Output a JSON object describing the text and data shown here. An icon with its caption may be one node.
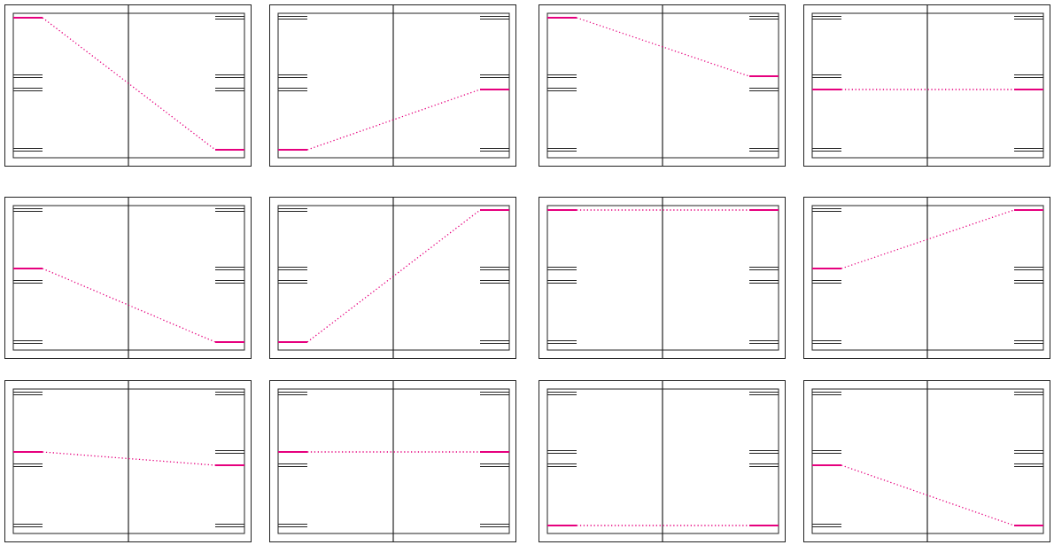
{
  "diagram": {
    "nodes": [
      {
        "text": [],
        "shape": "box"
      },
      {
        "text": [],
        "shape": "bar",
        "in": 0
      },
      {
        "text": [],
        "shape": "bar",
        "in": 0
      },
      {
        "text": [],
        "shape": "bar",
        "in": 0
      },
      {
        "text": [],
        "shape": "bar",
        "in": 0
      },
      {
        "text": [],
        "shape": "bar",
        "in": 0
      },
      {
        "text": [],
        "shape": "bar",
        "in": 0
      },
      {
        "text": [],
        "shape": "bar",
        "in": 0
      },
      {
        "text": [],
        "shape": "bar",
        "in": 0
      },
      {
        "text": [],
        "shape": "box"
      },
      {
        "text": [],
        "shape": "bar",
        "in": 9
      },
      {
        "text": [],
        "shape": "bar",
        "in": 9
      },
      {
        "text": [],
        "shape": "bar",
        "in": 9
      },
      {
        "text": [],
        "shape": "bar",
        "in": 9
      },
      {
        "text": [],
        "shape": "bar",
        "in": 9
      },
      {
        "text": [],
        "shape": "bar",
        "in": 9
      },
      {
        "text": [],
        "shape": "bar",
        "in": 9
      },
      {
        "text": [],
        "shape": "bar",
        "in": 9
      },
      {
        "text": [],
        "shape": "box"
      },
      {
        "text": [],
        "shape": "bar",
        "in": 18
      },
      {
        "text": [],
        "shape": "bar",
        "in": 18
      },
      {
        "text": [],
        "shape": "bar",
        "in": 18
      },
      {
        "text": [],
        "shape": "bar",
        "in": 18
      },
      {
        "text": [],
        "shape": "bar",
        "in": 18
      },
      {
        "text": [],
        "shape": "bar",
        "in": 18
      },
      {
        "text": [],
        "shape": "bar",
        "in": 18
      },
      {
        "text": [],
        "shape": "bar",
        "in": 18
      },
      {
        "text": [],
        "shape": "box"
      },
      {
        "text": [],
        "shape": "bar",
        "in": 27
      },
      {
        "text": [],
        "shape": "bar",
        "in": 27
      },
      {
        "text": [],
        "shape": "bar",
        "in": 27
      },
      {
        "text": [],
        "shape": "bar",
        "in": 27
      },
      {
        "text": [],
        "shape": "bar",
        "in": 27
      },
      {
        "text": [],
        "shape": "bar",
        "in": 27
      },
      {
        "text": [],
        "shape": "bar",
        "in": 27
      },
      {
        "text": [],
        "shape": "bar",
        "in": 27
      },
      {
        "text": [],
        "shape": "box"
      },
      {
        "text": [],
        "shape": "bar",
        "in": 36
      },
      {
        "text": [],
        "shape": "bar",
        "in": 36
      },
      {
        "text": [],
        "shape": "bar",
        "in": 36
      },
      {
        "text": [],
        "shape": "bar",
        "in": 36
      },
      {
        "text": [],
        "shape": "bar",
        "in": 36
      },
      {
        "text": [],
        "shape": "bar",
        "in": 36
      },
      {
        "text": [],
        "shape": "bar",
        "in": 36
      },
      {
        "text": [],
        "shape": "bar",
        "in": 36
      },
      {
        "text": [],
        "shape": "box"
      },
      {
        "text": [],
        "shape": "bar",
        "in": 45
      },
      {
        "text": [],
        "shape": "bar",
        "in": 45
      },
      {
        "text": [],
        "shape": "bar",
        "in": 45
      },
      {
        "text": [],
        "shape": "bar",
        "in": 45
      },
      {
        "text": [],
        "shape": "bar",
        "in": 45
      },
      {
        "text": [],
        "shape": "bar",
        "in": 45
      },
      {
        "text": [],
        "shape": "bar",
        "in": 45
      },
      {
        "text": [],
        "shape": "bar",
        "in": 45
      },
      {
        "text": [],
        "shape": "box"
      },
      {
        "text": [],
        "shape": "bar",
        "in": 54
      },
      {
        "text": [],
        "shape": "bar",
        "in": 54
      },
      {
        "text": [],
        "shape": "bar",
        "in": 54
      },
      {
        "text": [],
        "shape": "bar",
        "in": 54
      },
      {
        "text": [],
        "shape": "bar",
        "in": 54
      },
      {
        "text": [],
        "shape": "bar",
        "in": 54
      },
      {
        "text": [],
        "shape": "bar",
        "in": 54
      },
      {
        "text": [],
        "shape": "bar",
        "in": 54
      },
      {
        "text": [],
        "shape": "box"
      },
      {
        "text": [],
        "shape": "bar",
        "in": 63
      },
      {
        "text": [],
        "shape": "bar",
        "in": 63
      },
      {
        "text": [],
        "shape": "bar",
        "in": 63
      },
      {
        "text": [],
        "shape": "bar",
        "in": 63
      },
      {
        "text": [],
        "shape": "bar",
        "in": 63
      },
      {
        "text": [],
        "shape": "bar",
        "in": 63
      },
      {
        "text": [],
        "shape": "bar",
        "in": 63
      },
      {
        "text": [],
        "shape": "bar",
        "in": 63
      },
      {
        "text": [],
        "shape": "box"
      },
      {
        "text": [],
        "shape": "bar",
        "in": 72
      },
      {
        "text": [],
        "shape": "bar",
        "in": 72
      },
      {
        "text": [],
        "shape": "bar",
        "in": 72
      },
      {
        "text": [],
        "shape": "bar",
        "in": 72
      },
      {
        "text": [],
        "shape": "bar",
        "in": 72
      },
      {
        "text": [],
        "shape": "bar",
        "in": 72
      },
      {
        "text": [],
        "shape": "bar",
        "in": 72
      },
      {
        "text": [],
        "shape": "bar",
        "in": 72
      },
      {
        "text": [],
        "shape": "box"
      },
      {
        "text": [],
        "shape": "bar",
        "in": 81
      },
      {
        "text": [],
        "shape": "bar",
        "in": 81
      },
      {
        "text": [],
        "shape": "bar",
        "in": 81
      },
      {
        "text": [],
        "shape": "bar",
        "in": 81
      },
      {
        "text": [],
        "shape": "bar",
        "in": 81
      },
      {
        "text": [],
        "shape": "bar",
        "in": 81
      },
      {
        "text": [],
        "shape": "bar",
        "in": 81
      },
      {
        "text": [],
        "shape": "bar",
        "in": 81
      },
      {
        "text": [],
        "shape": "box"
      },
      {
        "text": [],
        "shape": "bar",
        "in": 90
      },
      {
        "text": [],
        "shape": "bar",
        "in": 90
      },
      {
        "text": [],
        "shape": "bar",
        "in": 90
      },
      {
        "text": [],
        "shape": "bar",
        "in": 90
      },
      {
        "text": [],
        "shape": "bar",
        "in": 90
      },
      {
        "text": [],
        "shape": "bar",
        "in": 90
      },
      {
        "text": [],
        "shape": "bar",
        "in": 90
      },
      {
        "text": [],
        "shape": "bar",
        "in": 90
      },
      {
        "text": [],
        "shape": "box"
      },
      {
        "text": [],
        "shape": "bar",
        "in": 99
      },
      {
        "text": [],
        "shape": "bar",
        "in": 99
      },
      {
        "text": [],
        "shape": "bar",
        "in": 99
      },
      {
        "text": [],
        "shape": "bar",
        "in": 99
      },
      {
        "text": [],
        "shape": "bar",
        "in": 99
      },
      {
        "text": [],
        "shape": "bar",
        "in": 99
      },
      {
        "text": [],
        "shape": "bar",
        "in": 99
      },
      {
        "text": [],
        "shape": "bar",
        "in": 99
      }
    ],
    "edges": [
      {
        "from": 1,
        "to": 8,
        "arrow": "none",
        "style": "dashed"
      },
      {
        "from": 13,
        "to": 16,
        "arrow": "none",
        "style": "dashed"
      },
      {
        "from": 19,
        "to": 24,
        "arrow": "none",
        "style": "dashed"
      },
      {
        "from": 30,
        "to": 34,
        "arrow": "none",
        "style": "dashed"
      },
      {
        "from": 38,
        "to": 44,
        "arrow": "none",
        "style": "dashed"
      },
      {
        "from": 49,
        "to": 50,
        "arrow": "none",
        "style": "dashed"
      },
      {
        "from": 55,
        "to": 59,
        "arrow": "none",
        "style": "dashed"
      },
      {
        "from": 65,
        "to": 68,
        "arrow": "none",
        "style": "dashed"
      },
      {
        "from": 74,
        "to": 79,
        "arrow": "none",
        "style": "dashed"
      },
      {
        "from": 83,
        "to": 87,
        "arrow": "none",
        "style": "dashed"
      },
      {
        "from": 94,
        "to": 98,
        "arrow": "none",
        "style": "dashed"
      },
      {
        "from": 102,
        "to": 107,
        "arrow": "none",
        "style": "dashed"
      }
    ]
  }
}
